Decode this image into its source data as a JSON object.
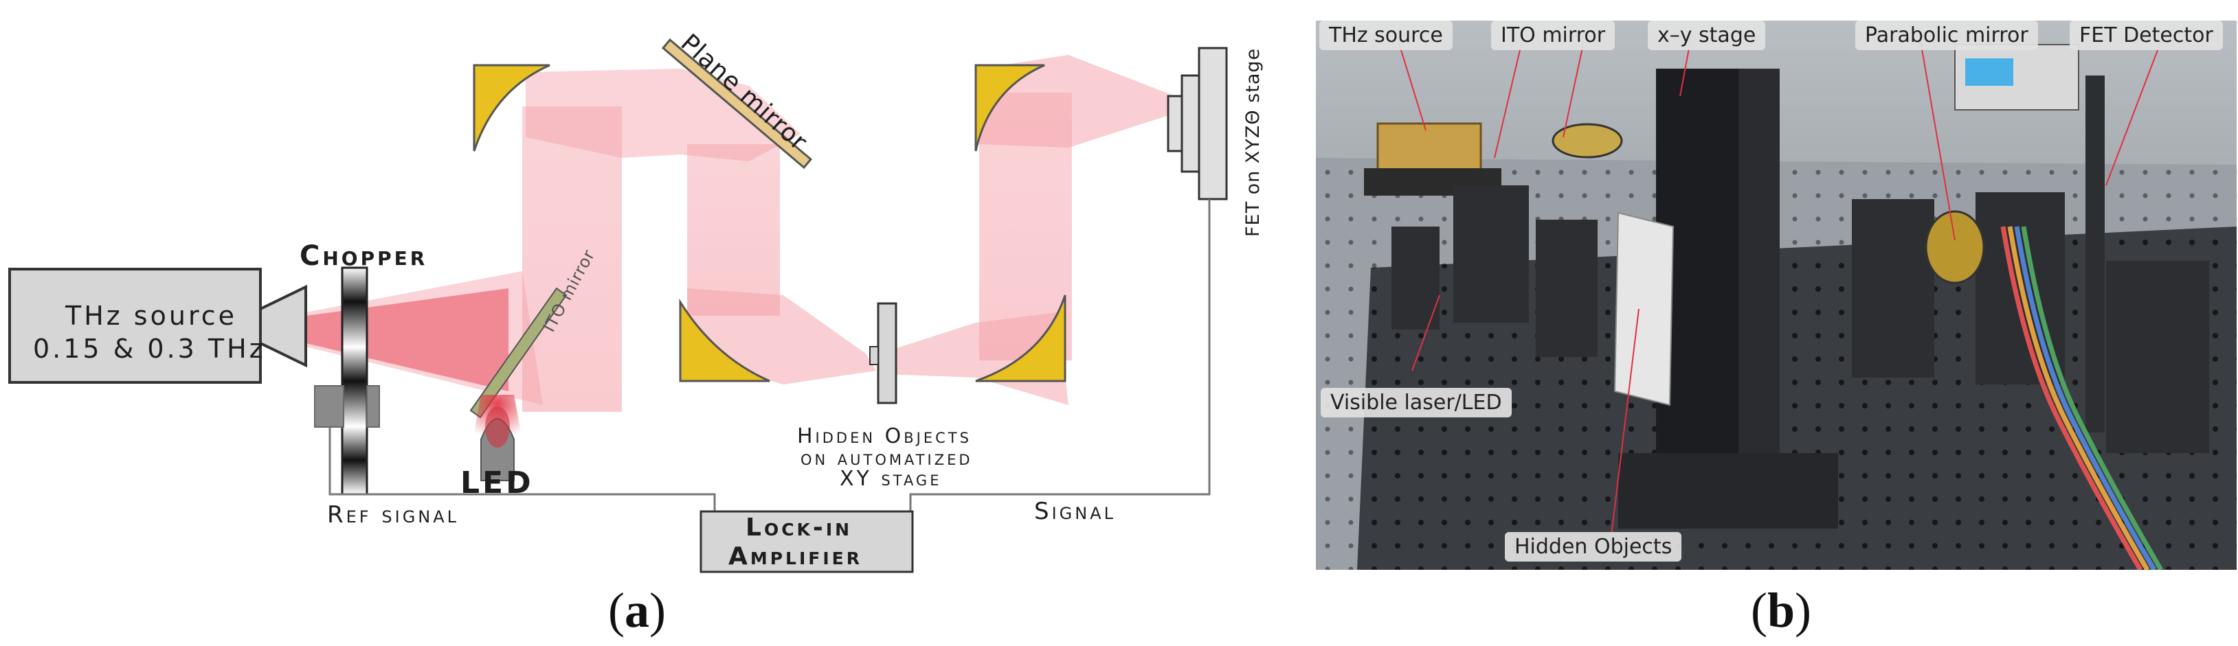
{
  "panel_a": {
    "caption_letter": "a",
    "labels": {
      "thz_source_line1": "THz source",
      "thz_source_line2": "0.15 & 0.3 THz",
      "chopper": "Chopper",
      "ito_mirror": "ITO mirror",
      "led": "LED",
      "plane_mirror": "Plane mirror",
      "fet_stage": "FET on XYZΘ stage",
      "hidden_objects_line1": "Hidden Objects",
      "hidden_objects_line2": "on automatized",
      "hidden_objects_line3": "XY stage",
      "ref_signal": "Ref signal",
      "signal": "Signal",
      "lockin_line1": "Lock-in",
      "lockin_line2": "Amplifier"
    },
    "colors": {
      "beam": "#f08a95",
      "mirror": "#e8c020",
      "box_fill": "#d6d6d6",
      "ito": "#a8b07a"
    }
  },
  "panel_b": {
    "caption_letter": "b",
    "labels": {
      "thz_source": "THz source",
      "ito_mirror": "ITO mirror",
      "xy_stage": "x–y stage",
      "parabolic_mirror": "Parabolic mirror",
      "fet_detector": "FET Detector",
      "visible_laser": "Visible laser/LED",
      "hidden_objects": "Hidden Objects"
    }
  }
}
